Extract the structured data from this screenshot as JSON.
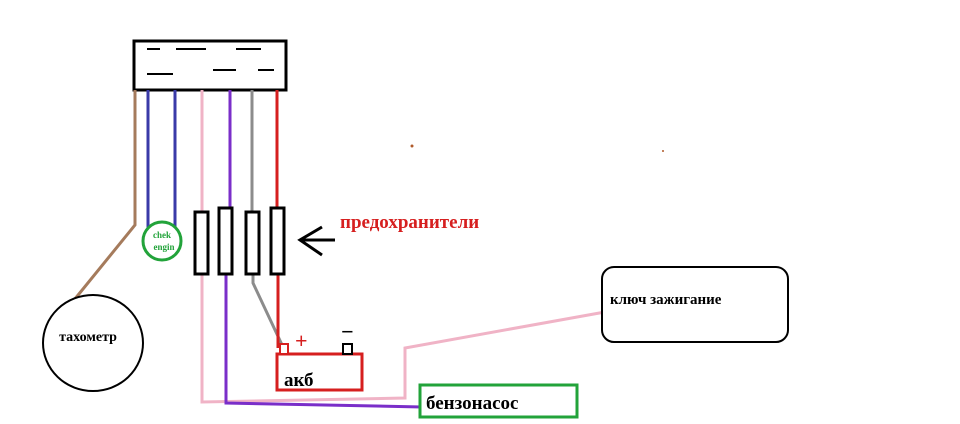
{
  "labels": {
    "fuses": "предохранители",
    "tachometer": "тахометр",
    "check_engine_line1": "chek",
    "check_engine_line2": "engin",
    "ignition_key": "ключ зажигание",
    "battery": "акб",
    "fuel_pump": "бензонасос",
    "plus": "+",
    "minus": "−"
  },
  "colors": {
    "brown_wire": "#a57b5c",
    "blue_wire": "#3a3aa8",
    "pink_wire": "#f0b3c6",
    "purple_wire": "#7a2ec9",
    "gray_wire": "#8c8c8c",
    "red_wire": "#d61f1f",
    "green": "#22a33a",
    "black": "#000000"
  }
}
